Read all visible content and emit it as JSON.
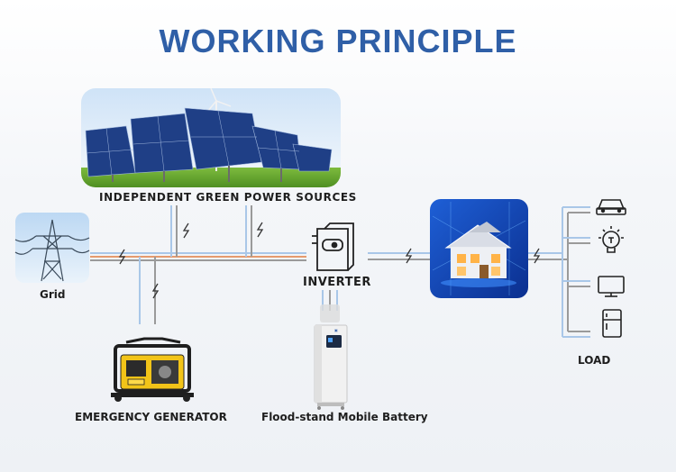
{
  "title": "WORKING PRINCIPLE",
  "nodes": {
    "sources": {
      "label": "INDEPENDENT GREEN POWER SOURCES"
    },
    "grid": {
      "label": "Grid"
    },
    "inverter": {
      "label": "INVERTER"
    },
    "generator": {
      "label": "EMERGENCY GENERATOR"
    },
    "battery": {
      "label": "Flood-stand Mobile Battery"
    },
    "load": {
      "label": "LOAD",
      "items": [
        "car-icon",
        "lightbulb-icon",
        "monitor-icon",
        "refrigerator-icon"
      ]
    }
  },
  "colors": {
    "title": "#2f5fa7",
    "line_blue": "#a9c7e8",
    "line_gray": "#9a9a9a",
    "line_orange": "#e59a6e"
  }
}
